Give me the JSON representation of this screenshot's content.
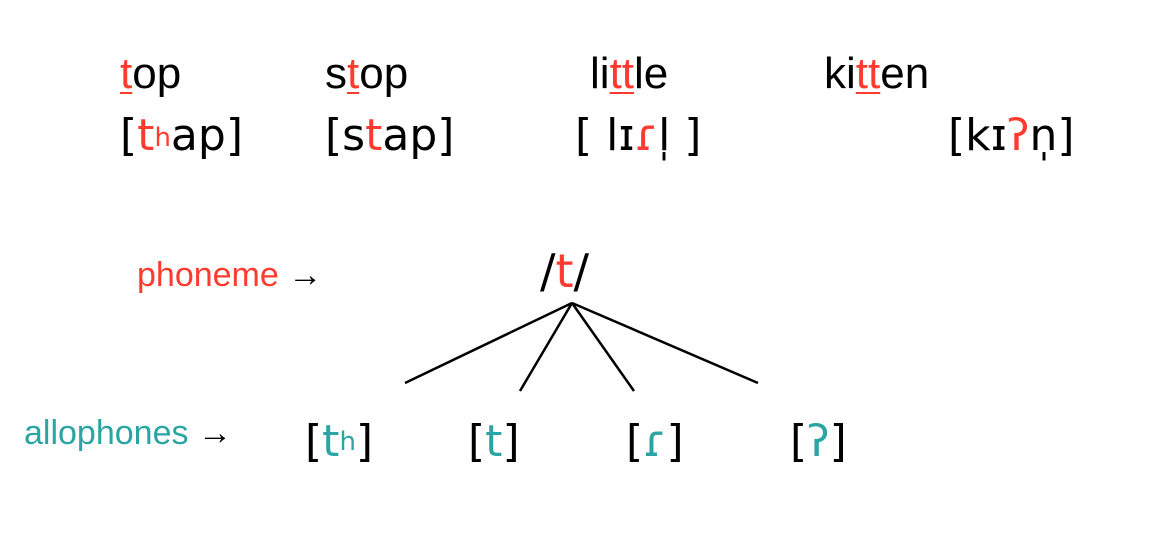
{
  "words": [
    {
      "pre": "",
      "hl": "t",
      "post": "op"
    },
    {
      "pre": "s",
      "hl": "t",
      "post": "op"
    },
    {
      "pre": "li",
      "hl": "tt",
      "post": "le"
    },
    {
      "pre": "ki",
      "hl": "tt",
      "post": "en"
    }
  ],
  "ipa": [
    {
      "open": "[",
      "hl": "t",
      "sup": "h",
      "rest": "ap",
      "close": "]"
    },
    {
      "open": "[s",
      "hl": "t",
      "rest": "ap",
      "close": "]"
    },
    {
      "open": "[ lɪ",
      "hl": "ɾ",
      "rest": "l̩",
      "close": " ]"
    },
    {
      "open": "[kɪ",
      "hl": "ʔ",
      "rest": "n̩",
      "close": "]"
    }
  ],
  "phoneme_label": "phoneme",
  "allophones_label": "allophones",
  "arrow": "→",
  "phoneme": {
    "open": "/",
    "symbol": "t",
    "close": "/"
  },
  "allophones": [
    {
      "open": "[",
      "symbol": "t",
      "sup": "h",
      "close": "]"
    },
    {
      "open": "[",
      "symbol": "t",
      "close": "]"
    },
    {
      "open": "[",
      "symbol": "ɾ",
      "close": "]"
    },
    {
      "open": "[",
      "symbol": "ʔ",
      "close": "]"
    }
  ],
  "colors": {
    "phoneme": "#ff3b30",
    "allophone": "#2aa5a4",
    "line": "#000000"
  }
}
